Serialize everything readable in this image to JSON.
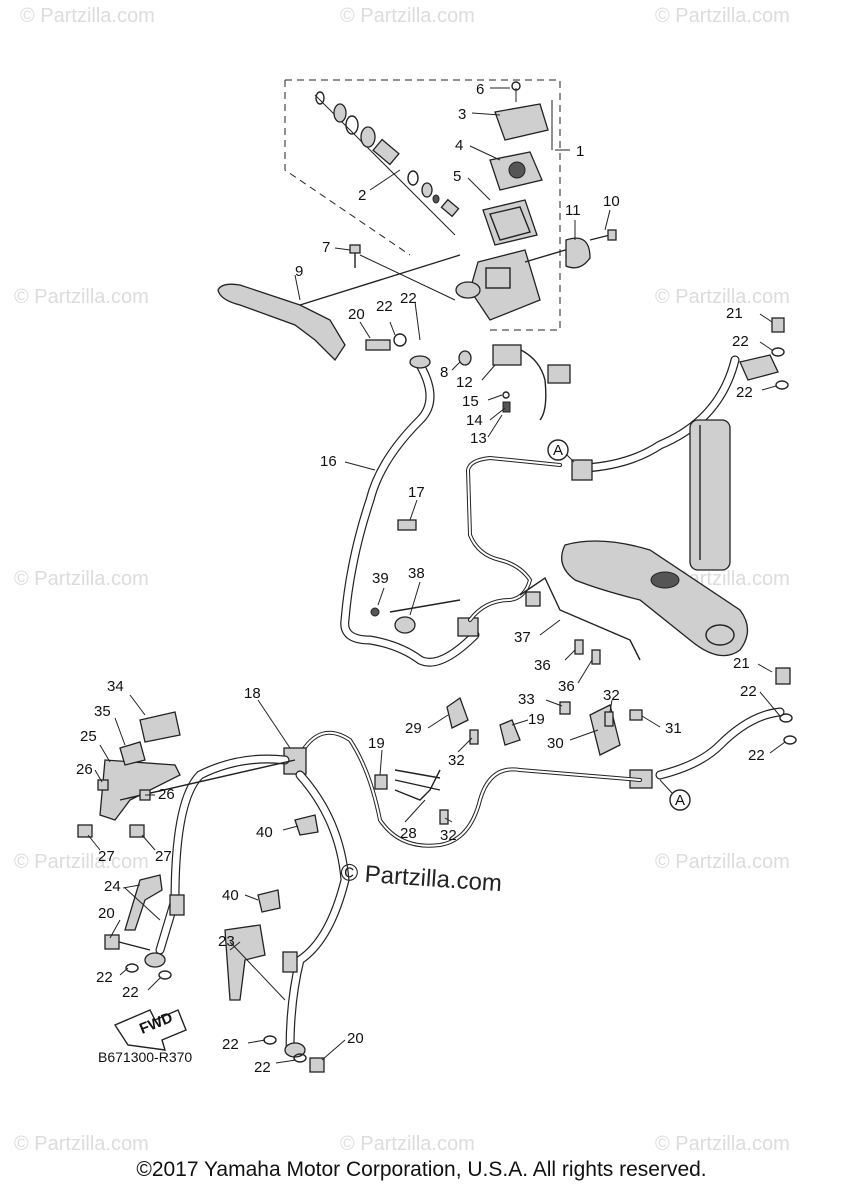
{
  "diagram": {
    "watermark_text": "© Partzilla.com",
    "center_watermark": "© Partzilla.com",
    "diagram_code": "B671300-R370",
    "fwd_label": "FWD",
    "callout_letter": "A",
    "copyright": "©2017 Yamaha Motor Corporation, U.S.A. All rights reserved.",
    "labels": {
      "l1": "1",
      "l2": "2",
      "l3": "3",
      "l4": "4",
      "l5": "5",
      "l6": "6",
      "l7": "7",
      "l8": "8",
      "l9": "9",
      "l10": "10",
      "l11": "11",
      "l12": "12",
      "l13": "13",
      "l14": "14",
      "l15": "15",
      "l16": "16",
      "l17": "17",
      "l18": "18",
      "l19": "19",
      "l20": "20",
      "l21": "21",
      "l22": "22",
      "l23": "23",
      "l24": "24",
      "l25": "25",
      "l26": "26",
      "l27": "27",
      "l28": "28",
      "l29": "29",
      "l30": "30",
      "l31": "31",
      "l32": "32",
      "l33": "33",
      "l34": "34",
      "l35": "35",
      "l36": "36",
      "l37": "37",
      "l38": "38",
      "l39": "39",
      "l40": "40"
    }
  }
}
